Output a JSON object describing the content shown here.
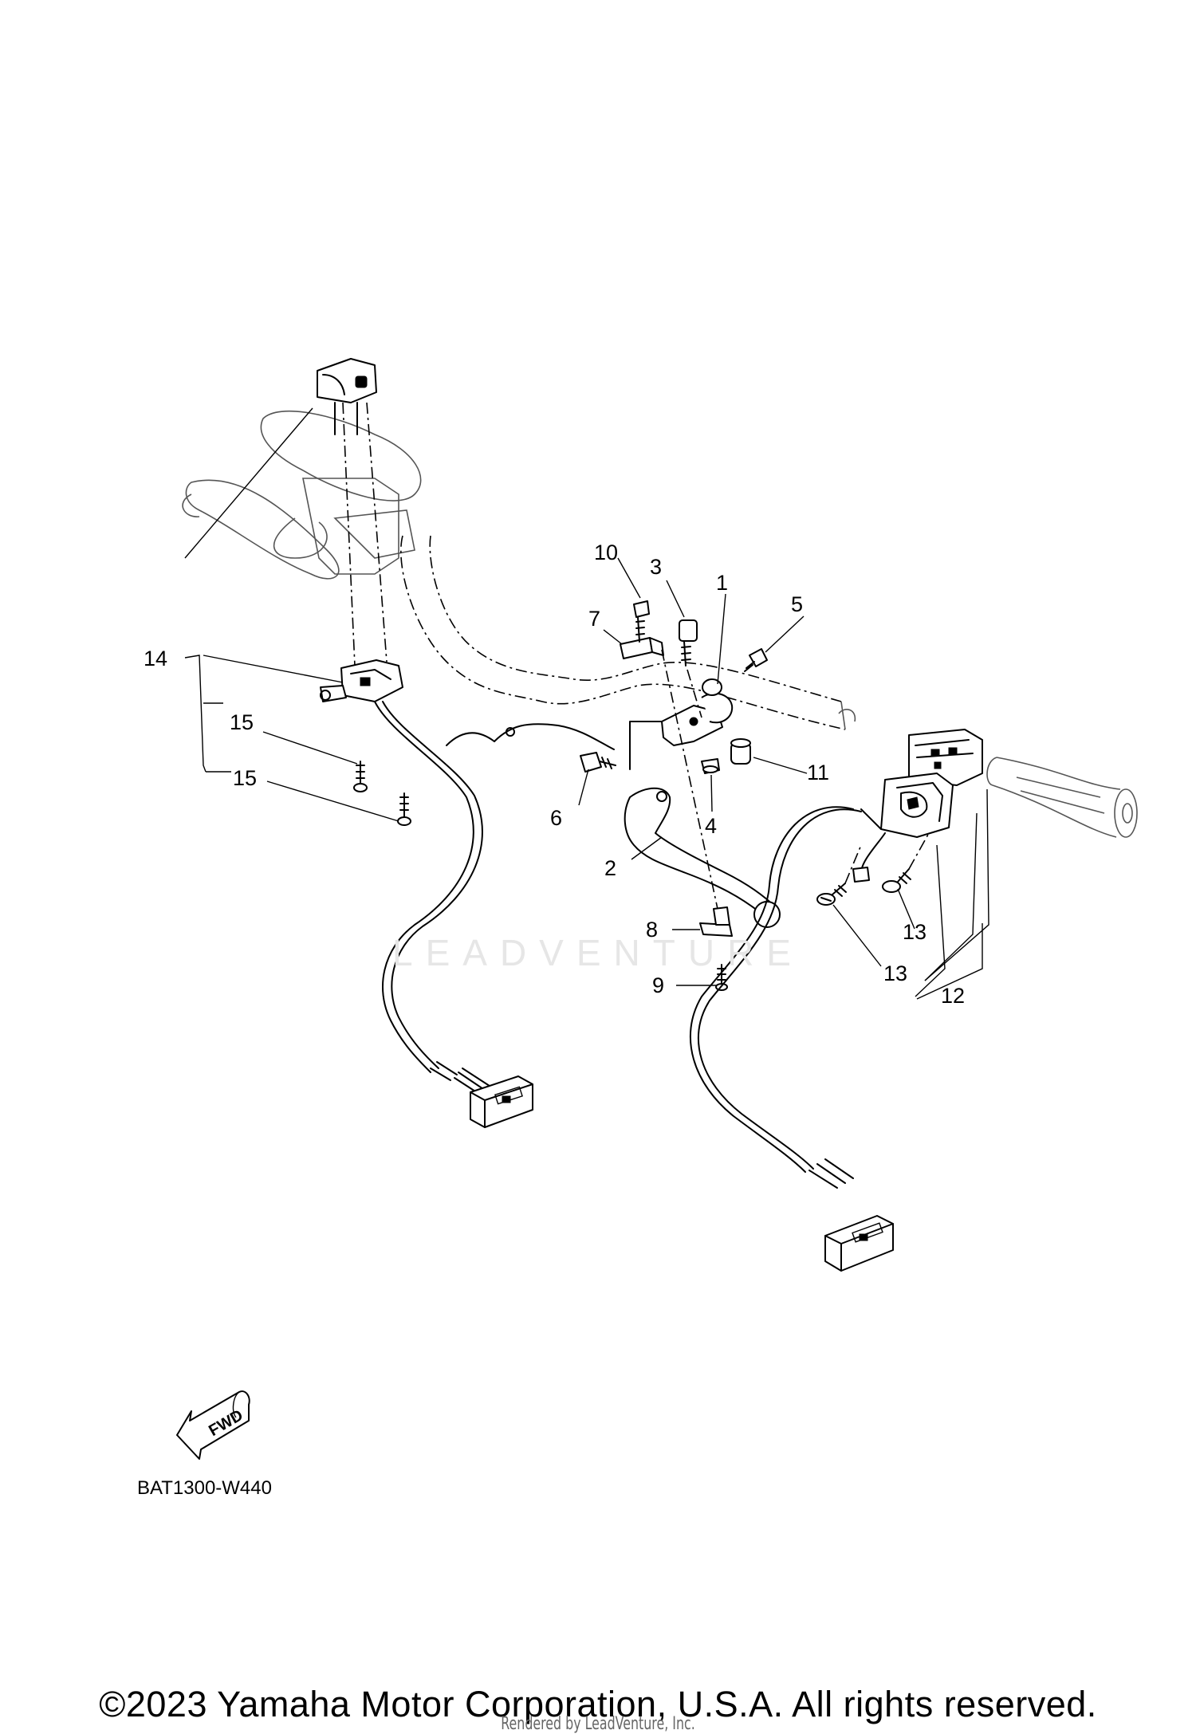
{
  "figure_code": "BAT1300-W440",
  "fwd_arrow_label": "FWD",
  "watermark_text": "LEADVENTURE",
  "copyright": "©2023 Yamaha Motor Corporation, U.S.A. All rights reserved.",
  "rendered_by": "Rendered by LeadVenture, Inc.",
  "callouts": [
    "1",
    "2",
    "3",
    "4",
    "5",
    "6",
    "7",
    "8",
    "9",
    "10",
    "11",
    "12",
    "13",
    "13",
    "14",
    "15",
    "15"
  ]
}
